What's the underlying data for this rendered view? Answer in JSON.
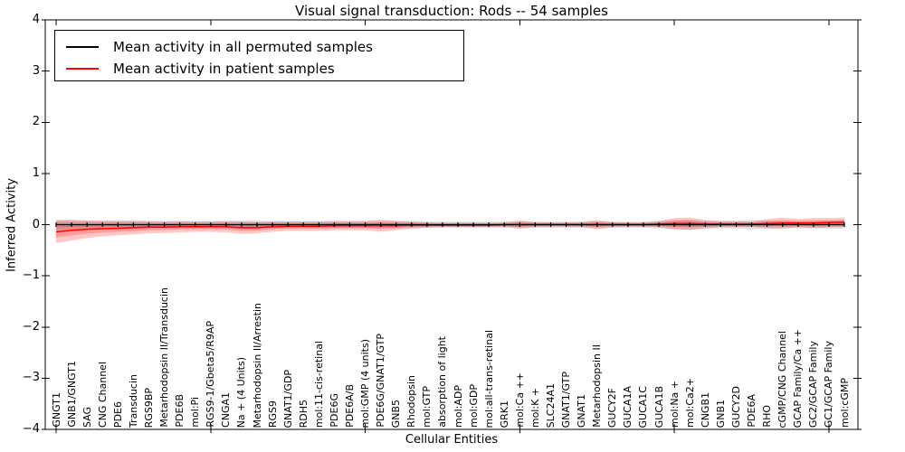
{
  "chart_data": {
    "type": "line",
    "title": "Visual signal transduction: Rods -- 54 samples",
    "xlabel": "Cellular Entities",
    "ylabel": "Inferred Activity",
    "ylim": [
      -4,
      4
    ],
    "yticks": [
      4,
      3,
      2,
      1,
      0,
      -1,
      -2,
      -3,
      -4
    ],
    "grid": false,
    "legend_position": "upper left",
    "categories": [
      "GNGT1",
      "GNB1/GNGT1",
      "SAG",
      "CNG Channel",
      "PDE6",
      "Transducin",
      "RGS9BP",
      "Metarhodopsin II/Transducin",
      "PDE6B",
      "mol:Pi",
      "RGS9-1/Gbeta5/R9AP",
      "CNGA1",
      "Na + (4 Units)",
      "Metarhodopsin II/Arrestin",
      "RGS9",
      "GNAT1/GDP",
      "RDH5",
      "mol:11-cis-retinal",
      "PDE6G",
      "PDE6A/B",
      "mol:GMP (4 units)",
      "PDE6G/GNAT1/GTP",
      "GNB5",
      "Rhodopsin",
      "mol:GTP",
      "absorption of light",
      "mol:ADP",
      "mol:GDP",
      "mol:all-trans-retinal",
      "GRK1",
      "mol:Ca ++",
      "mol:K +",
      "SLC24A1",
      "GNAT1/GTP",
      "GNAT1",
      "Metarhodopsin II",
      "GUCY2F",
      "GUCA1A",
      "GUCA1C",
      "GUCA1B",
      "mol:Na +",
      "mol:Ca2+",
      "CNGB1",
      "GNB1",
      "GUCY2D",
      "PDE6A",
      "RHO",
      "cGMP/CNG Channel",
      "GCAP Family/Ca ++",
      "GC2/GCAP Family",
      "GC1/GCAP Family",
      "mol:cGMP"
    ],
    "series": [
      {
        "name": "Mean activity in all permuted samples",
        "color": "#000000",
        "band_alpha": 0.13,
        "line_width": 1.3,
        "marker": "|",
        "values": [
          0,
          0,
          0,
          0,
          0,
          0,
          0,
          0,
          0,
          0,
          0,
          0,
          0,
          0,
          0,
          0,
          0,
          0,
          0,
          0,
          0,
          0,
          0,
          0,
          0,
          0,
          0,
          0,
          0,
          0,
          0,
          0,
          0,
          0,
          0,
          0,
          0,
          0,
          0,
          0,
          0,
          0,
          0,
          0,
          0,
          0,
          0,
          0,
          0,
          0,
          0,
          0
        ],
        "band": [
          0.1,
          0.09,
          0.08,
          0.08,
          0.08,
          0.08,
          0.07,
          0.07,
          0.07,
          0.07,
          0.07,
          0.07,
          0.08,
          0.08,
          0.07,
          0.07,
          0.07,
          0.07,
          0.07,
          0.07,
          0.07,
          0.07,
          0.07,
          0.07,
          0.06,
          0.06,
          0.06,
          0.06,
          0.06,
          0.06,
          0.07,
          0.06,
          0.06,
          0.06,
          0.06,
          0.07,
          0.06,
          0.06,
          0.06,
          0.07,
          0.09,
          0.1,
          0.08,
          0.07,
          0.07,
          0.09,
          0.08,
          0.07,
          0.07,
          0.07,
          0.08,
          0.08
        ]
      },
      {
        "name": "Mean activity in patient samples",
        "color": "#ff0000",
        "band_alpha": 0.22,
        "line_width": 1.5,
        "marker": "none",
        "values": [
          -0.14,
          -0.11,
          -0.09,
          -0.08,
          -0.07,
          -0.06,
          -0.05,
          -0.05,
          -0.04,
          -0.04,
          -0.04,
          -0.04,
          -0.06,
          -0.06,
          -0.04,
          -0.03,
          -0.03,
          -0.03,
          -0.02,
          -0.02,
          -0.02,
          -0.02,
          -0.02,
          -0.01,
          -0.01,
          -0.01,
          -0.01,
          -0.01,
          -0.01,
          0,
          0,
          0,
          0,
          0,
          0,
          0,
          0,
          0,
          0,
          0.01,
          0.02,
          0.02,
          0.01,
          0.01,
          0.01,
          0.01,
          0.02,
          0.03,
          0.03,
          0.03,
          0.04,
          0.05
        ],
        "band": [
          0.22,
          0.2,
          0.17,
          0.15,
          0.14,
          0.13,
          0.12,
          0.11,
          0.11,
          0.1,
          0.1,
          0.11,
          0.12,
          0.11,
          0.1,
          0.09,
          0.09,
          0.09,
          0.09,
          0.09,
          0.09,
          0.12,
          0.09,
          0.07,
          0.05,
          0.04,
          0.04,
          0.04,
          0.04,
          0.04,
          0.08,
          0.05,
          0.04,
          0.04,
          0.05,
          0.09,
          0.05,
          0.04,
          0.04,
          0.06,
          0.11,
          0.12,
          0.08,
          0.06,
          0.06,
          0.05,
          0.09,
          0.11,
          0.08,
          0.1,
          0.09,
          0.09
        ]
      }
    ]
  },
  "legend": {
    "entries": [
      {
        "label": "Mean activity in all permuted samples",
        "color": "#000000"
      },
      {
        "label": "Mean activity in patient samples",
        "color": "#ff0000"
      }
    ]
  }
}
